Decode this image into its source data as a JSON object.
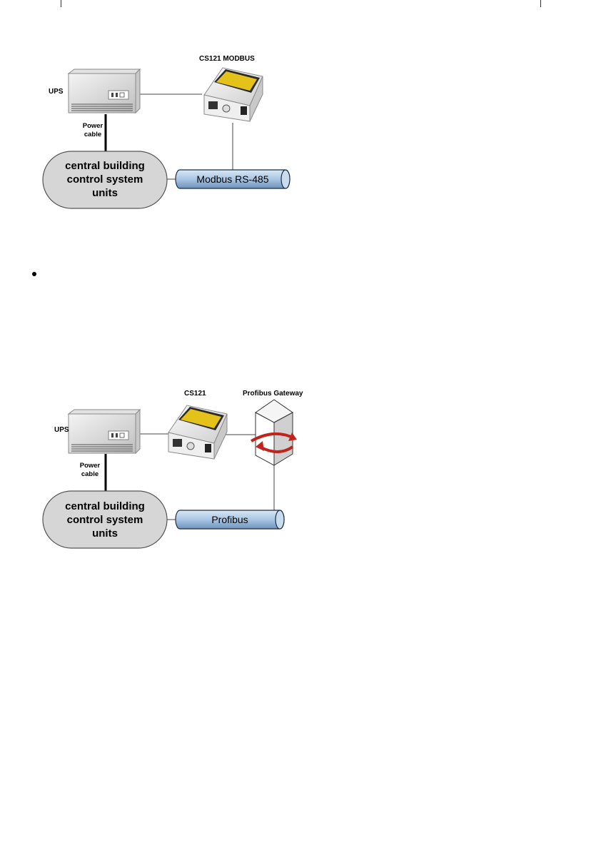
{
  "diagram1": {
    "device_label": "CS121 MODBUS",
    "ups_label": "UPS",
    "power_cable_label_line1": "Power",
    "power_cable_label_line2": "cable",
    "cloud_line1": "central building",
    "cloud_line2": "control system",
    "cloud_line3": "units",
    "bus_label": "Modbus RS-485"
  },
  "bullet_item": "",
  "diagram2": {
    "device_label": "CS121",
    "gateway_label": "Profibus Gateway",
    "ups_label": "UPS",
    "power_cable_label_line1": "Power",
    "power_cable_label_line2": "cable",
    "cloud_line1": "central building",
    "cloud_line2": "control system",
    "cloud_line3": "units",
    "bus_label": "Profibus"
  },
  "colors": {
    "pipe_fill": "#a9c6e4",
    "pipe_stroke": "#1c2e46",
    "cloud_fill": "#d6d6d6",
    "device_accent": "#e4c21a",
    "gateway_arrow": "#c0241c"
  }
}
